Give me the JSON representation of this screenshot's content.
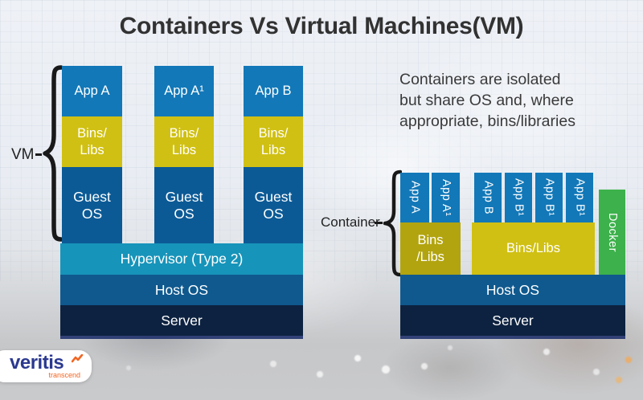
{
  "title": "Containers Vs Virtual Machines(VM)",
  "description": "Containers are isolated\nbut share OS and, where\nappropriate, bins/libraries",
  "labels": {
    "vm": "VM",
    "container": "Container"
  },
  "vm_diagram": {
    "stacks": [
      {
        "app": "App A",
        "bins": "Bins/\nLibs",
        "os": "Guest\nOS"
      },
      {
        "app": "App A¹",
        "bins": "Bins/\nLibs",
        "os": "Guest\nOS"
      },
      {
        "app": "App B",
        "bins": "Bins/\nLibs",
        "os": "Guest\nOS"
      }
    ],
    "hypervisor": "Hypervisor (Type 2)",
    "host_os": "Host OS",
    "server": "Server"
  },
  "container_diagram": {
    "group_a": {
      "apps": [
        "App A",
        "App A¹"
      ],
      "bins": "Bins\n/Libs"
    },
    "group_b": {
      "apps": [
        "App B",
        "App B¹",
        "App B¹",
        "App B¹"
      ],
      "bins": "Bins/Libs"
    },
    "docker": "Docker",
    "host_os": "Host OS",
    "server": "Server"
  },
  "logo": {
    "brand": "veritis",
    "tagline": "transcend"
  },
  "colors": {
    "app_blue": "#1278b8",
    "bins_gold": "#d0c013",
    "bins_gold_dark": "#b2a40f",
    "guest_os_blue": "#0b5a96",
    "hypervisor_teal": "#1794ba",
    "host_os_blue": "#0f598e",
    "server_navy": "#0d2240",
    "docker_green": "#3db14b",
    "title_text": "#323232",
    "logo_navy": "#2b3990",
    "logo_orange": "#f26522"
  }
}
